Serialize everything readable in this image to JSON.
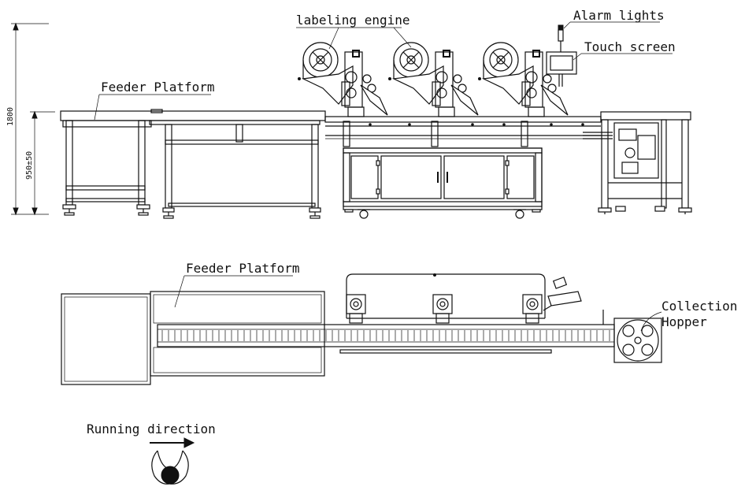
{
  "labels": {
    "labeling_engine": "labeling engine",
    "alarm_lights": "Alarm lights",
    "touch_screen": "Touch screen",
    "feeder_platform_side": "Feeder Platform",
    "feeder_platform_top": "Feeder Platform",
    "collection": "Collection",
    "hopper": "Hopper",
    "running_direction": "Running direction"
  },
  "dimensions": {
    "overall_height": "1800",
    "table_height": "950±50"
  },
  "colors": {
    "line": "#111111",
    "background": "#ffffff"
  }
}
